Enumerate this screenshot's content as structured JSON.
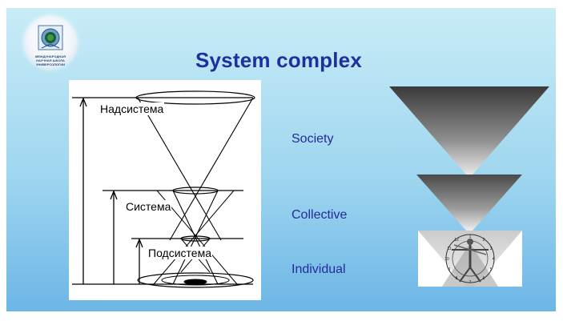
{
  "slide": {
    "title": "System complex",
    "logo": {
      "icon": "school-emblem-icon",
      "lines": [
        "МЕЖДУНАРОДНАЯ",
        "НАУЧНАЯ ШКОЛА",
        "УНИВЕРСОЛОГИИ"
      ]
    }
  },
  "diagram": {
    "levels": [
      {
        "label": "Надсистема"
      },
      {
        "label": "Система"
      },
      {
        "label": "Подсистема"
      }
    ]
  },
  "right": {
    "labels": {
      "society": "Society",
      "collective": "Collective",
      "individual": "Individual"
    },
    "figure_icon": "vitruvian-man-icon",
    "dial_numbers": [
      "1",
      "2",
      "3",
      "4",
      "5",
      "6",
      "7",
      "8",
      "9",
      "10",
      "11",
      "12"
    ]
  },
  "colors": {
    "title": "#1f2f9e",
    "labels": "#252a9a",
    "background_top": "#c9ecf7",
    "background_bottom": "#6cb6e6"
  }
}
